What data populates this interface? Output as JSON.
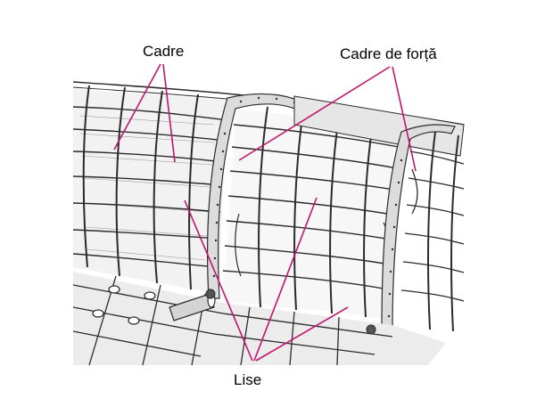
{
  "labels": {
    "frames": "Cadre",
    "force_frames": "Cadre de forță",
    "stringers": "Lise"
  },
  "colors": {
    "pointer": "#c0166e",
    "ink": "#2b2b2b",
    "background": "#ffffff"
  }
}
